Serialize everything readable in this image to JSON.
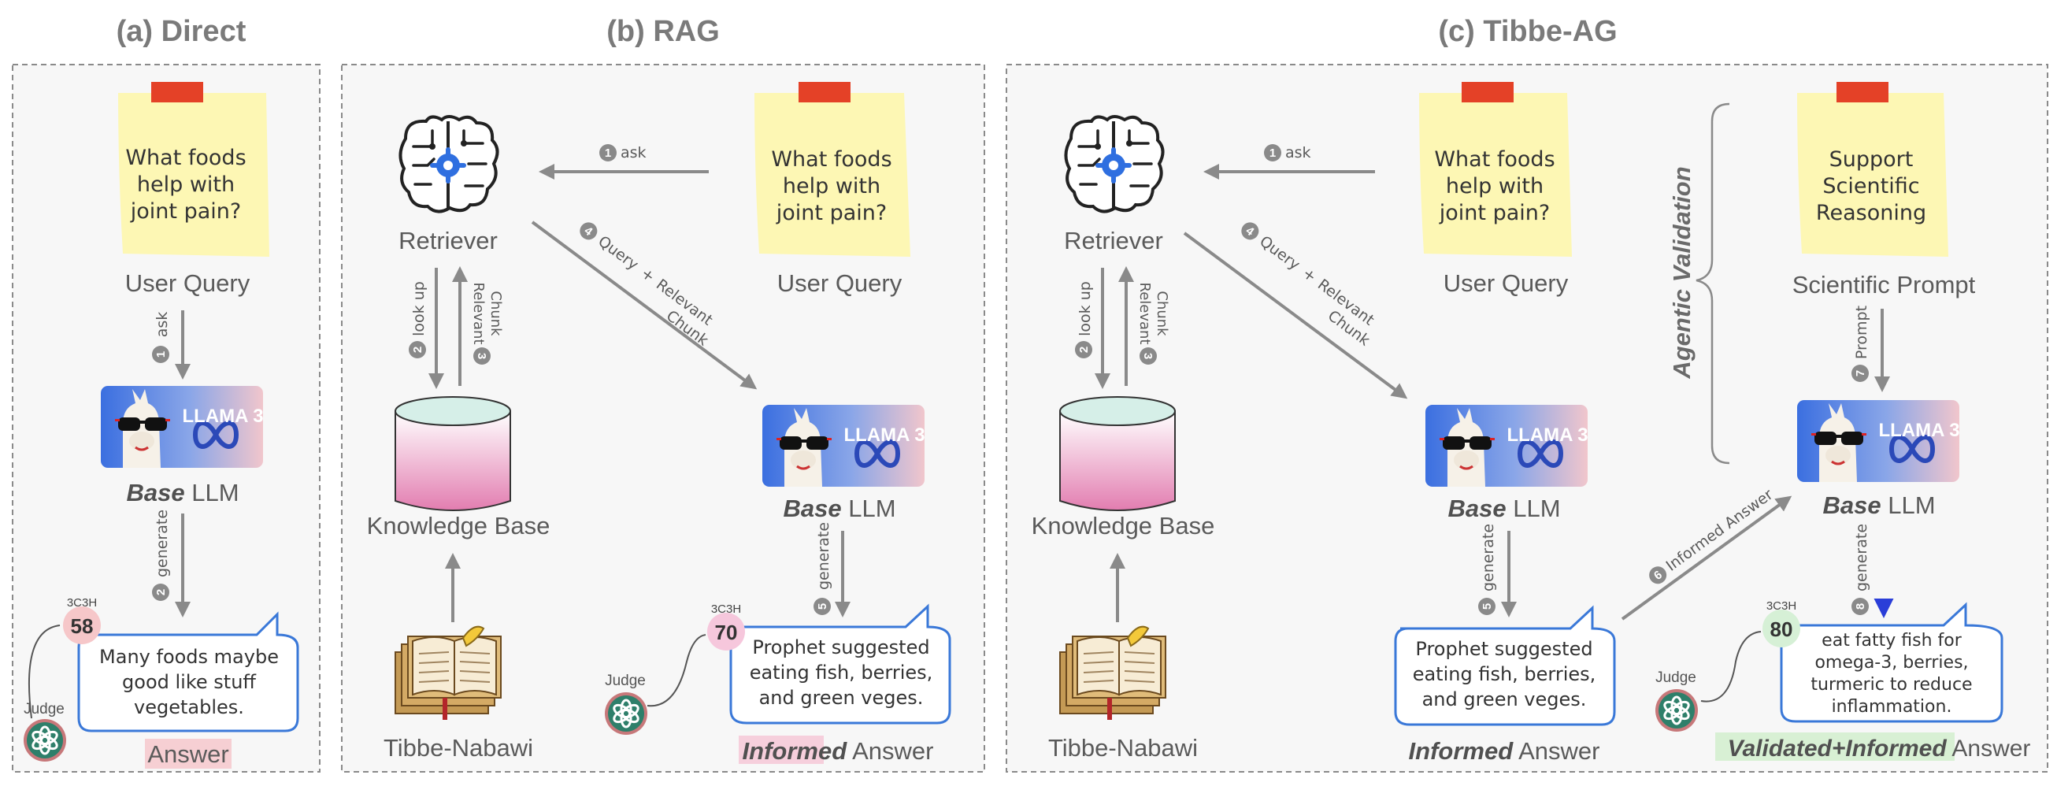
{
  "panels": {
    "direct": {
      "title": "(a) Direct"
    },
    "rag": {
      "title": "(b) RAG"
    },
    "tibbe": {
      "title": "(c) Tibbe-AG"
    }
  },
  "common": {
    "query_note": [
      "What foods",
      "help with",
      "joint pain?"
    ],
    "user_query": "User Query",
    "llm_badge": "LLAMA 3",
    "base_bold": "Base",
    "base_rest": " LLM",
    "retriever": "Retriever",
    "knowledge_base": "Knowledge Base",
    "tibbe_nabawi": "Tibbe-Nabawi",
    "judge": "Judge",
    "judge_model": "3C3H"
  },
  "direct": {
    "step1": "ask",
    "step2": "generate",
    "score": "58",
    "answer_lines": [
      "Many foods maybe",
      "good like stuff",
      "vegetables."
    ],
    "answer_label": "Answer"
  },
  "rag": {
    "step1": "ask",
    "step2": "look up",
    "step3": [
      "Relevant",
      "Chunk"
    ],
    "step4": [
      "Query",
      "+",
      "Relevant",
      "Chunk"
    ],
    "step5": "generate",
    "score": "70",
    "answer_lines": [
      "Prophet suggested",
      "eating fish, berries,",
      "and green veges."
    ],
    "answer_italic": "Informed",
    "answer_rest": " Answer"
  },
  "tibbe": {
    "step1": "ask",
    "step2": "look up",
    "step3": [
      "Relevant",
      "Chunk"
    ],
    "step4": [
      "Query",
      "+",
      "Relevant",
      "Chunk"
    ],
    "step5": "generate",
    "step6": "Informed Answer",
    "step7": "Prompt",
    "step8": "generate",
    "answer1_lines": [
      "Prophet suggested",
      "eating fish, berries,",
      "and green veges."
    ],
    "answer1_italic": "Informed",
    "answer1_rest": " Answer",
    "sci_note": [
      "Support",
      "Scientific",
      "Reasoning"
    ],
    "sci_label": "Scientific Prompt",
    "agentic": "Agentic Validation",
    "score": "80",
    "answer2_lines": [
      "eat fatty fish for",
      "omega-3, berries,",
      "turmeric to reduce",
      "inflammation."
    ],
    "answer2_italic": "Validated+Informed",
    "answer2_rest": " Answer"
  }
}
